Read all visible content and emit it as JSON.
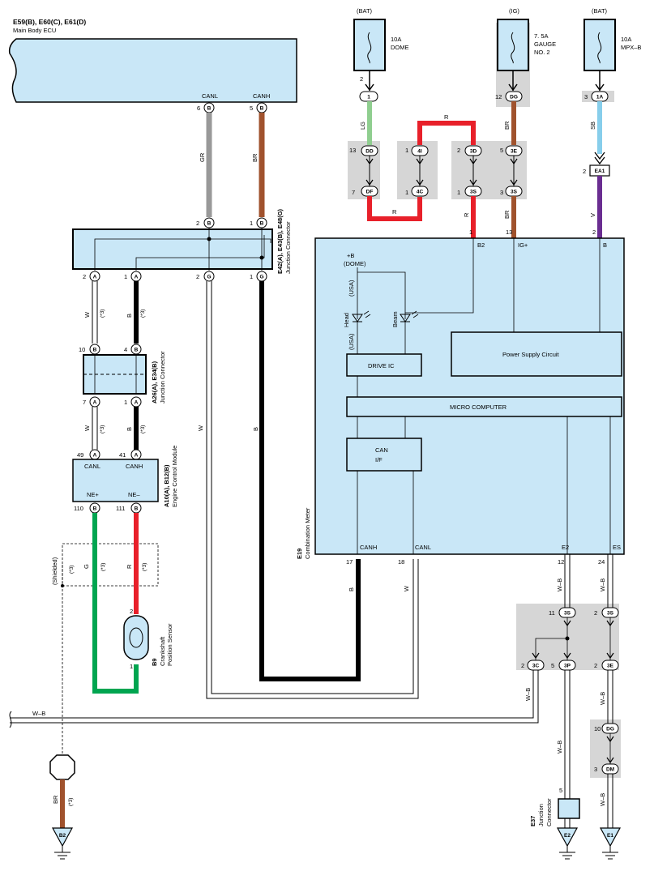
{
  "ecu": {
    "title": "E59(B), E60(C), E61(D)",
    "subtitle": "Main Body ECU",
    "canl": "CANL",
    "canh": "CANH",
    "pin_canl": "6",
    "pin_canh": "5",
    "conn": "B"
  },
  "fuses": [
    {
      "source": "(BAT)",
      "rating": "10A",
      "name": "DOME",
      "pin": "2"
    },
    {
      "source": "(IG)",
      "rating": "7. 5A",
      "name": "GAUGE",
      "name2": "NO. 2",
      "pin": "12",
      "conn": "DG"
    },
    {
      "source": "(BAT)",
      "rating": "10A",
      "name": "MPX–B",
      "pin": "3",
      "conn": "1A"
    }
  ],
  "junction1": {
    "label1": "E42(A), E43(B), E48(G)",
    "label2": "Junction Connector",
    "pins_top": [
      "2",
      "1"
    ],
    "pins_bottom": [
      "2",
      "1",
      "2",
      "1"
    ],
    "conns_bottom": [
      "A",
      "A",
      "G",
      "G"
    ],
    "conns_top": [
      "B",
      "B"
    ]
  },
  "junction2": {
    "label1": "A26(A), E34(B)",
    "label2": "Junction Connector",
    "pins_top": [
      "10",
      "4"
    ],
    "pins_bottom": [
      "7",
      "1"
    ],
    "conns_top": [
      "B",
      "B"
    ],
    "conns_bottom": [
      "A",
      "A"
    ]
  },
  "ecm": {
    "label1": "A10(A), B12(B)",
    "label2": "Engine Control Module",
    "canl": "CANL",
    "canh": "CANH",
    "nep": "NE+",
    "nem": "NE–",
    "pins_top": [
      "49",
      "41"
    ],
    "pins_bottom": [
      "110",
      "111"
    ],
    "conn_top": "A",
    "conn_bottom": "B"
  },
  "sensor": {
    "code": "B9",
    "label1": "Crankshaft",
    "label2": "Position Sensor",
    "pin_top": "2",
    "pin_bottom": "1"
  },
  "meter": {
    "code": "E19",
    "label": "Combination Meter",
    "b2": "B2",
    "igp": "IG+",
    "b": "B",
    "pin_b2": "1",
    "pin_igp": "13",
    "pin_b": "2",
    "dome1": "+B",
    "dome2": "(DOME)",
    "usa1": "(USA)",
    "head": "Head",
    "beam": "Beam",
    "usa2": "(USA)",
    "drive": "DRIVE IC",
    "psc": "Power Supply Circuit",
    "micro": "MICRO COMPUTER",
    "can1": "CAN",
    "can2": "I/F",
    "canh": "CANH",
    "canl": "CANL",
    "e2": "E2",
    "es": "ES",
    "pin_canh": "17",
    "pin_canl": "18",
    "pin_e2": "12",
    "pin_es": "24"
  },
  "wires": {
    "lg": "LG",
    "r": "R",
    "br": "BR",
    "sb": "SB",
    "v": "V",
    "gr": "GR",
    "w": "W",
    "bk": "B",
    "g": "G",
    "wb": "W–B",
    "star": "(*3)",
    "shielded": "(Shielded)"
  },
  "connectors": {
    "c1": {
      "pin": "1"
    },
    "dd": {
      "pin": "13",
      "name": "DD"
    },
    "df": {
      "pin": "7",
      "name": "DF"
    },
    "i4": {
      "pin": "1",
      "name": "4I"
    },
    "c4": {
      "pin": "1",
      "name": "4C"
    },
    "d3": {
      "pin": "2",
      "name": "3D"
    },
    "s3a": {
      "pin": "1",
      "name": "3S"
    },
    "e3": {
      "pin": "5",
      "name": "3E"
    },
    "s3b": {
      "pin": "3",
      "name": "3S"
    },
    "ea1": {
      "pin": "2",
      "name": "EA1"
    },
    "s3c": {
      "pin": "11",
      "name": "3S"
    },
    "s3d": {
      "pin": "2",
      "name": "3S"
    },
    "c3": {
      "pin": "2",
      "name": "3C"
    },
    "p3": {
      "pin": "5",
      "name": "3P"
    },
    "e3b": {
      "pin": "2",
      "name": "3E"
    },
    "dg": {
      "pin": "10",
      "name": "DG"
    },
    "dm": {
      "pin": "3",
      "name": "DM"
    }
  },
  "e37": {
    "code": "E37",
    "label1": "Junction",
    "label2": "Connector",
    "pin": "5"
  },
  "grounds": {
    "b2": "B2",
    "e2": "E2",
    "e1": "E1"
  }
}
